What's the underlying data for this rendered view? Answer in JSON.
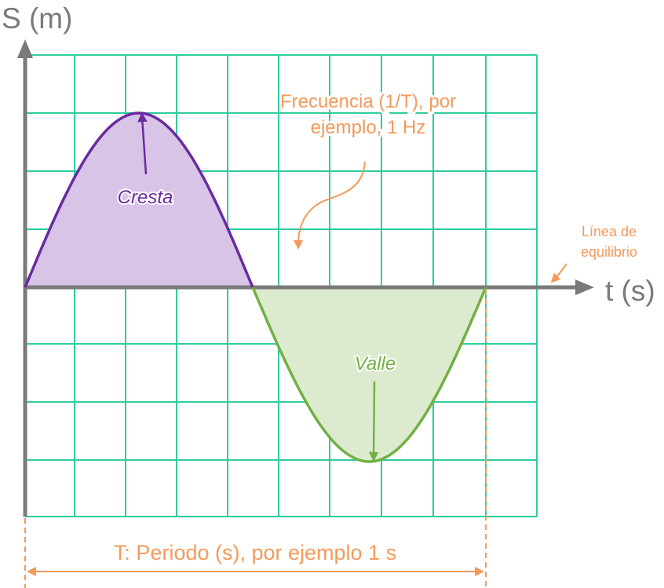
{
  "axes": {
    "y_label": "S (m)",
    "x_label": "t (s)"
  },
  "labels": {
    "crest": "Cresta",
    "trough": "Valle",
    "frequency_line1": "Frecuencia (1/T), por",
    "frequency_line2": "ejemplo, 1 Hz",
    "equilibrium_line1": "Línea de",
    "equilibrium_line2": "equilibrio",
    "period": "T: Periodo (s), por ejemplo 1 s"
  },
  "colors": {
    "grid": "#2ecc9f",
    "axis": "#7a7a7a",
    "crest_stroke": "#6a2aa0",
    "crest_fill": "#d7c4e6",
    "trough_stroke": "#72b043",
    "trough_fill": "#dcebcf",
    "annotation": "#f39a5b"
  }
}
